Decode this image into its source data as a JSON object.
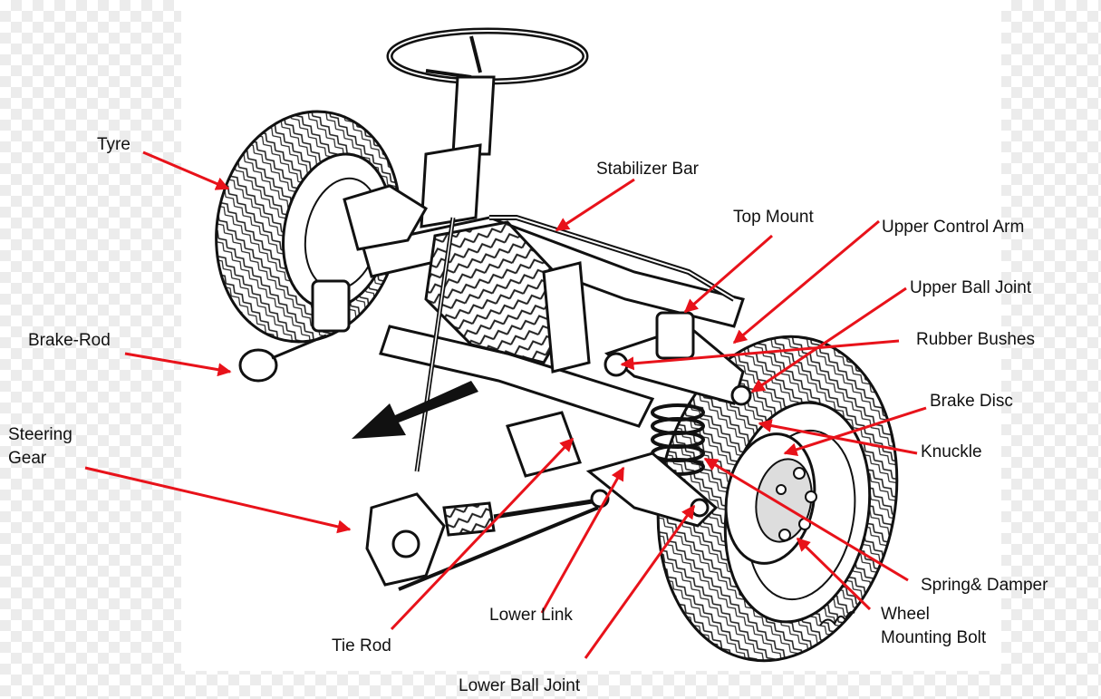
{
  "diagram": {
    "labels": {
      "tyre": "Tyre",
      "stabilizer_bar": "Stabilizer Bar",
      "top_mount": "Top Mount",
      "upper_control_arm": "Upper Control Arm",
      "upper_ball_joint": "Upper Ball Joint",
      "brake_rod": "Brake-Rod",
      "rubber_bushes": "Rubber Bushes",
      "brake_disc": "Brake Disc",
      "steering_gear_1": "Steering",
      "steering_gear_2": "Gear",
      "knuckle": "Knuckle",
      "spring_damper": "Spring& Damper",
      "wheel_mounting_bolt_1": "Wheel",
      "wheel_mounting_bolt_2": "Mounting Bolt",
      "lower_link": "Lower Link",
      "tie_rod": "Tie Rod",
      "lower_ball_joint": "Lower Ball Joint"
    },
    "colors": {
      "arrow": "#e8121a",
      "line_art": "#111111",
      "text": "#111111"
    }
  }
}
